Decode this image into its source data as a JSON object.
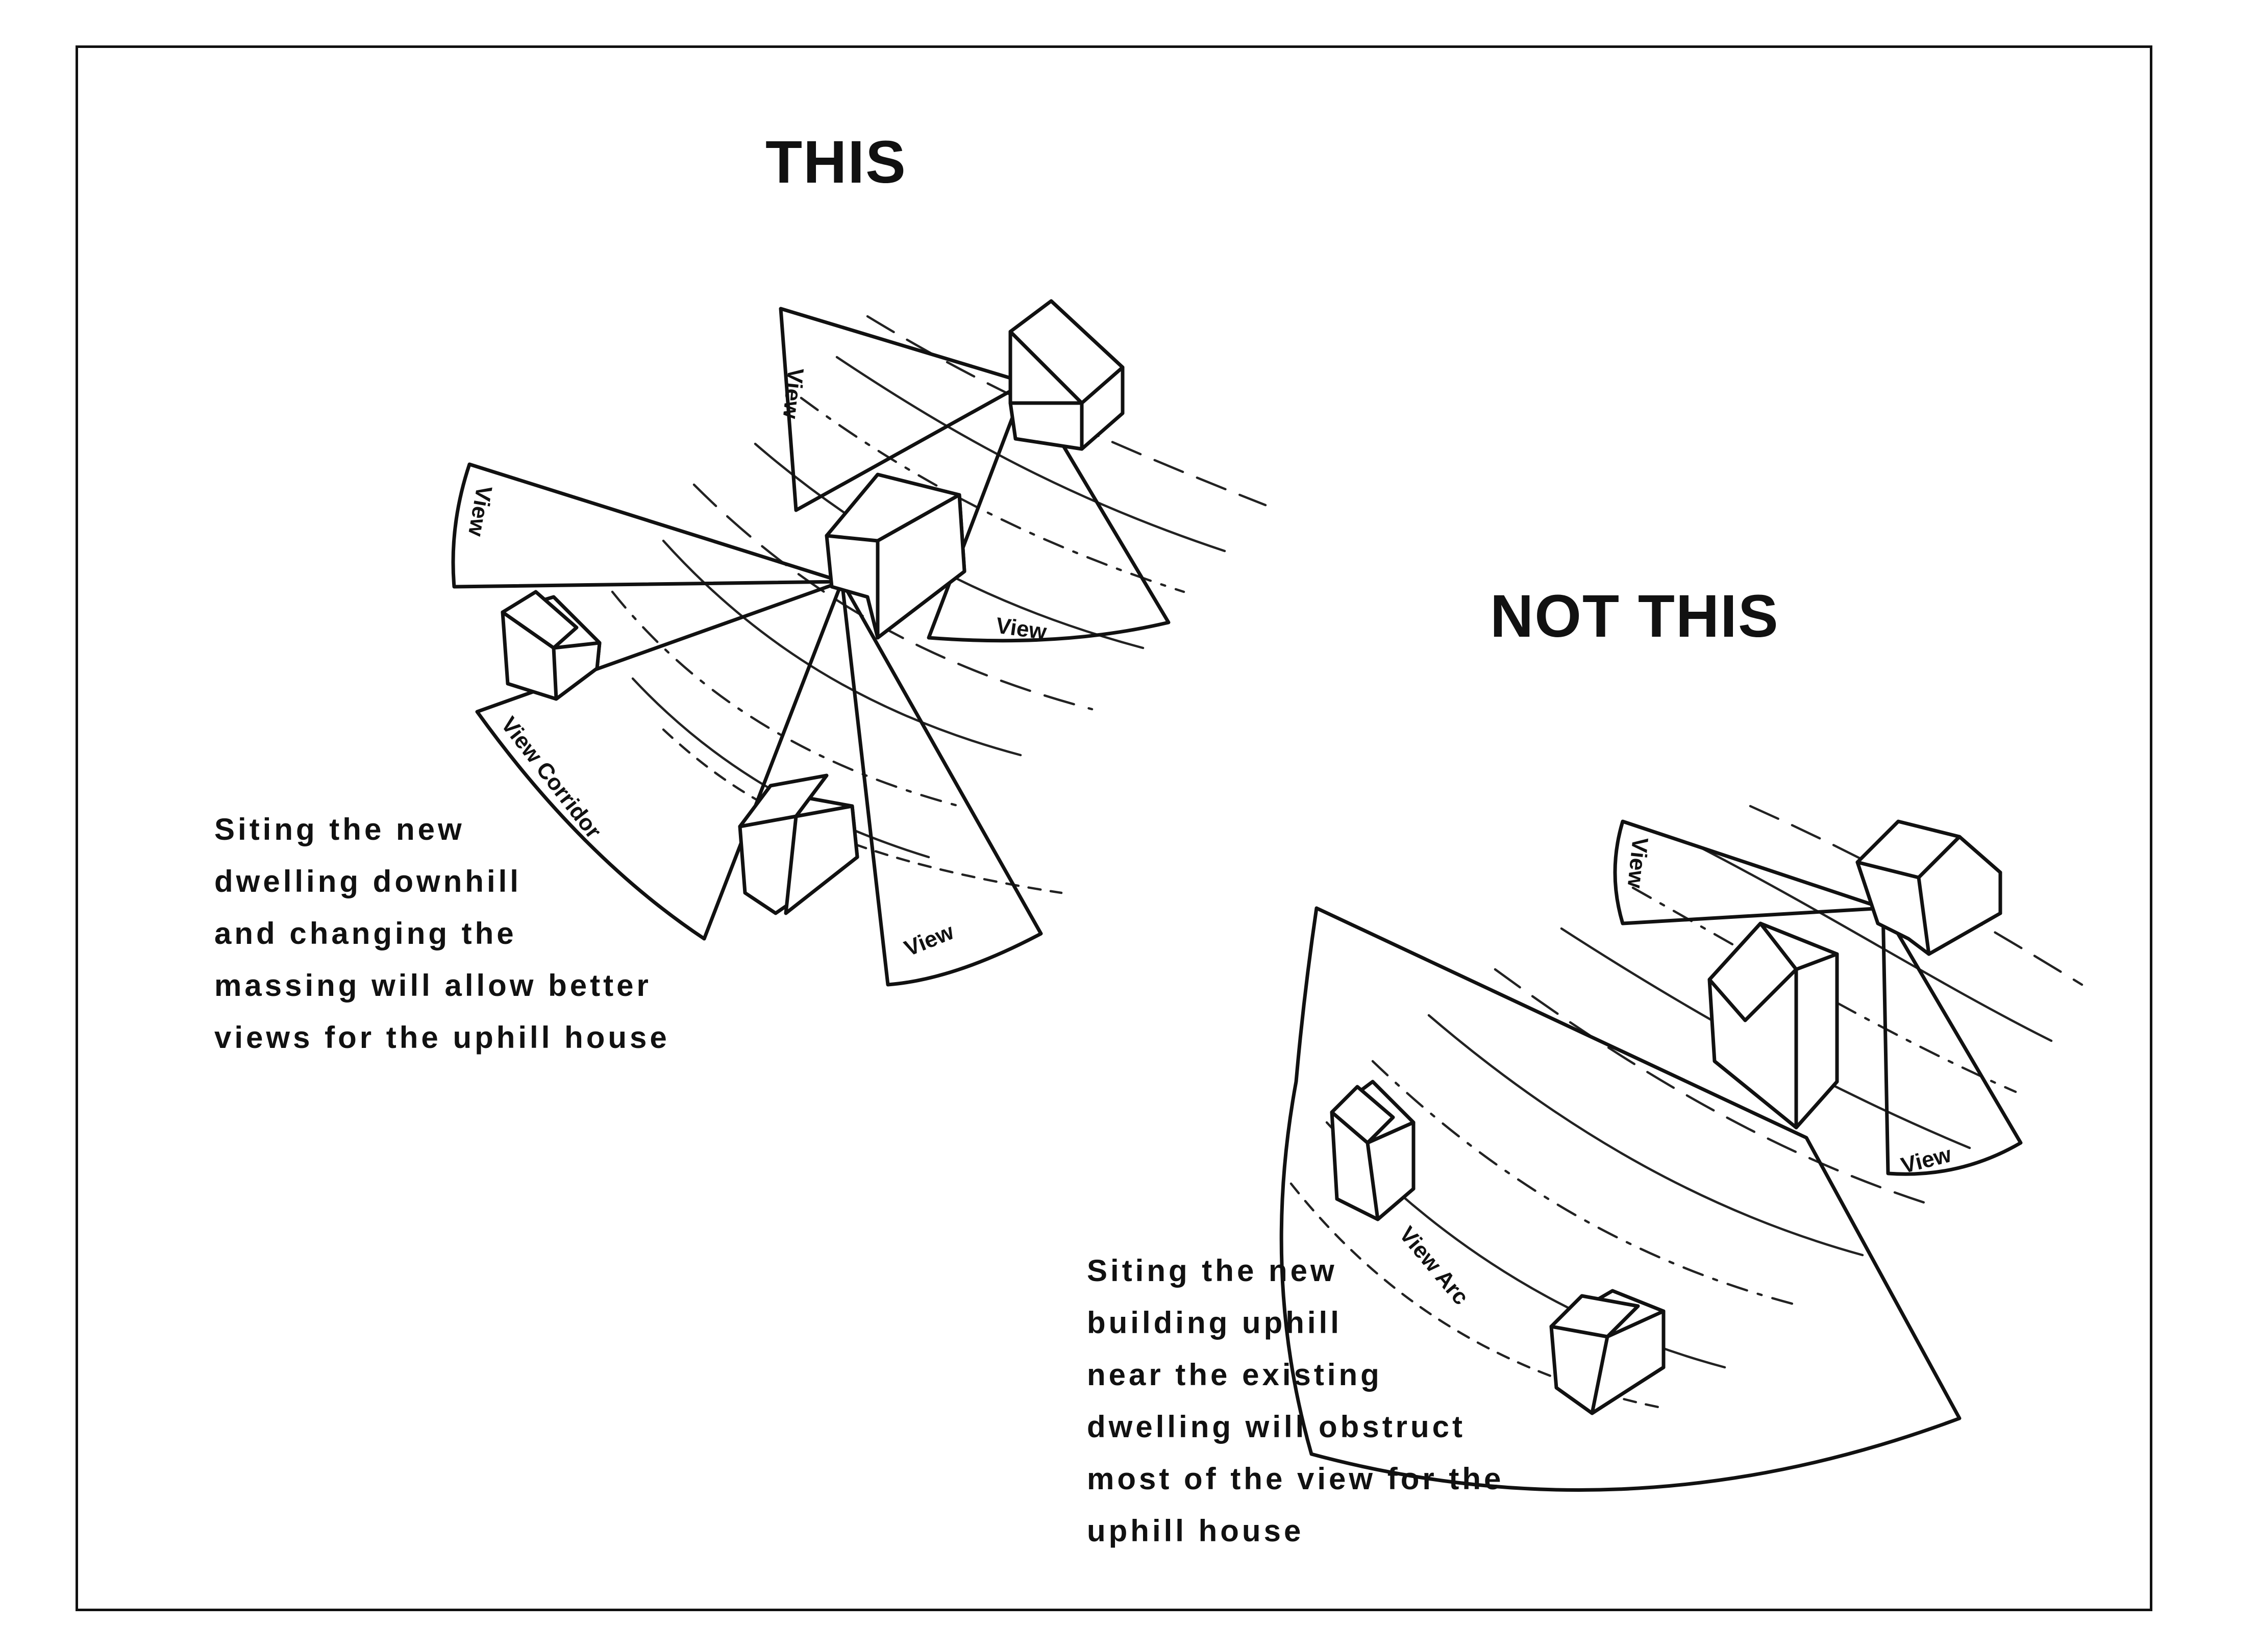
{
  "headings": {
    "this": "THIS",
    "not_this": "NOT THIS"
  },
  "captions": {
    "this": [
      "Siting the new",
      "dwelling downhill",
      "and changing the",
      "massing will allow better",
      "views for the uphill house"
    ],
    "not_this": [
      "Siting the new",
      "building uphill",
      "near the existing",
      "dwelling will obstruct",
      "most of the view for the",
      "uphill house"
    ]
  },
  "labels": {
    "view": "View",
    "view_corridor": "View Corridor",
    "view_arc": "View Arc"
  }
}
